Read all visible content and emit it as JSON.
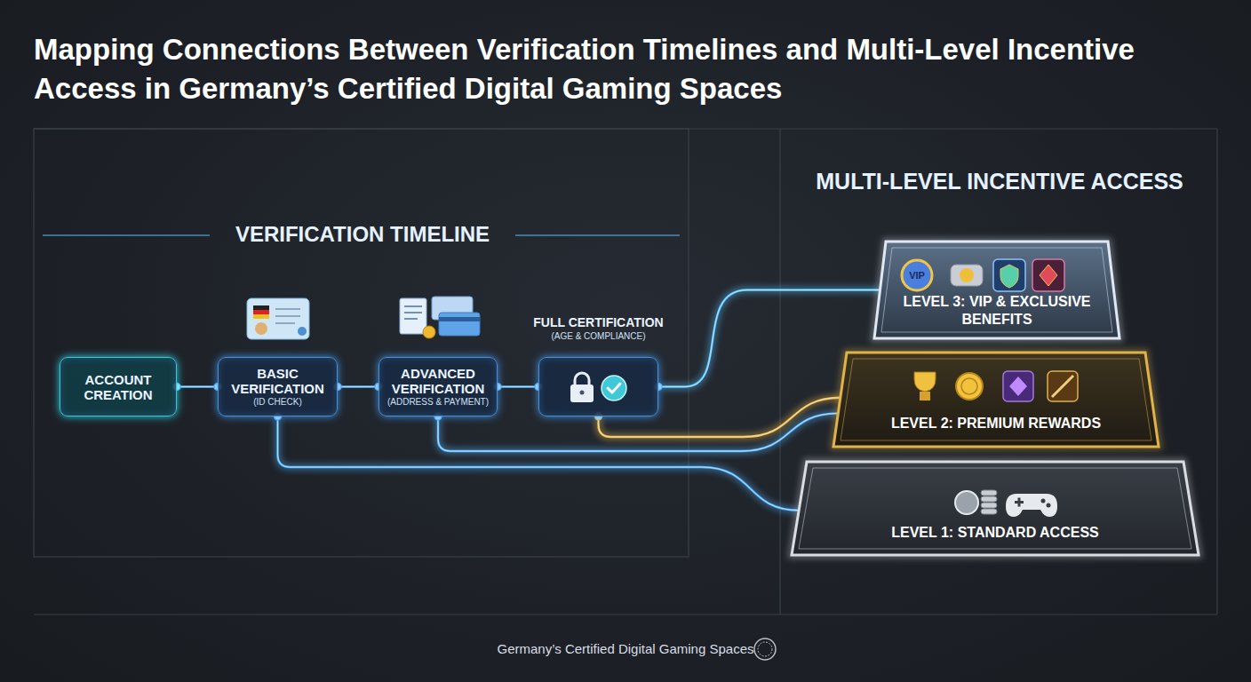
{
  "diagram": {
    "title": "Mapping Connections Between Verification Timelines and Multi-Level Incentive Access in Germany’s Certified Digital Gaming Spaces",
    "caption": "Germany’s Certified Digital Gaming Spaces",
    "nodes": [
      {
        "text": [
          "ACCOUNT CREATION"
        ]
      },
      {
        "text": [
          "BASIC VERIFICATION",
          "(ID CHECK)"
        ]
      },
      {
        "text": [
          "ADVANCED VERIFICATION",
          "(ADDRESS & PAYMENT)"
        ]
      },
      {
        "text": [
          "FULL CERTIFICATION",
          "(AGE & COMPLIANCE)"
        ]
      },
      {
        "text": [
          "LEVEL 3: VIP & EXCLUSIVE BENEFITS"
        ]
      },
      {
        "text": [
          "LEVEL 2: PREMIUM REWARDS"
        ]
      },
      {
        "text": [
          "LEVEL 1: STANDARD ACCESS"
        ]
      }
    ],
    "edges": [
      {
        "from": 0,
        "to": 1,
        "arrow": "none"
      },
      {
        "from": 1,
        "to": 2,
        "arrow": "none"
      },
      {
        "from": 2,
        "to": 3,
        "arrow": "none"
      },
      {
        "from": 3,
        "to": 4,
        "arrow": "none"
      },
      {
        "from": 3,
        "to": 5,
        "arrow": "none"
      },
      {
        "from": 2,
        "to": 5,
        "arrow": "none"
      },
      {
        "from": 1,
        "to": 6,
        "arrow": "none"
      }
    ],
    "labels": [
      "VERIFICATION TIMELINE",
      "MULTI-LEVEL INCENTIVE ACCESS",
      "VIP"
    ]
  }
}
